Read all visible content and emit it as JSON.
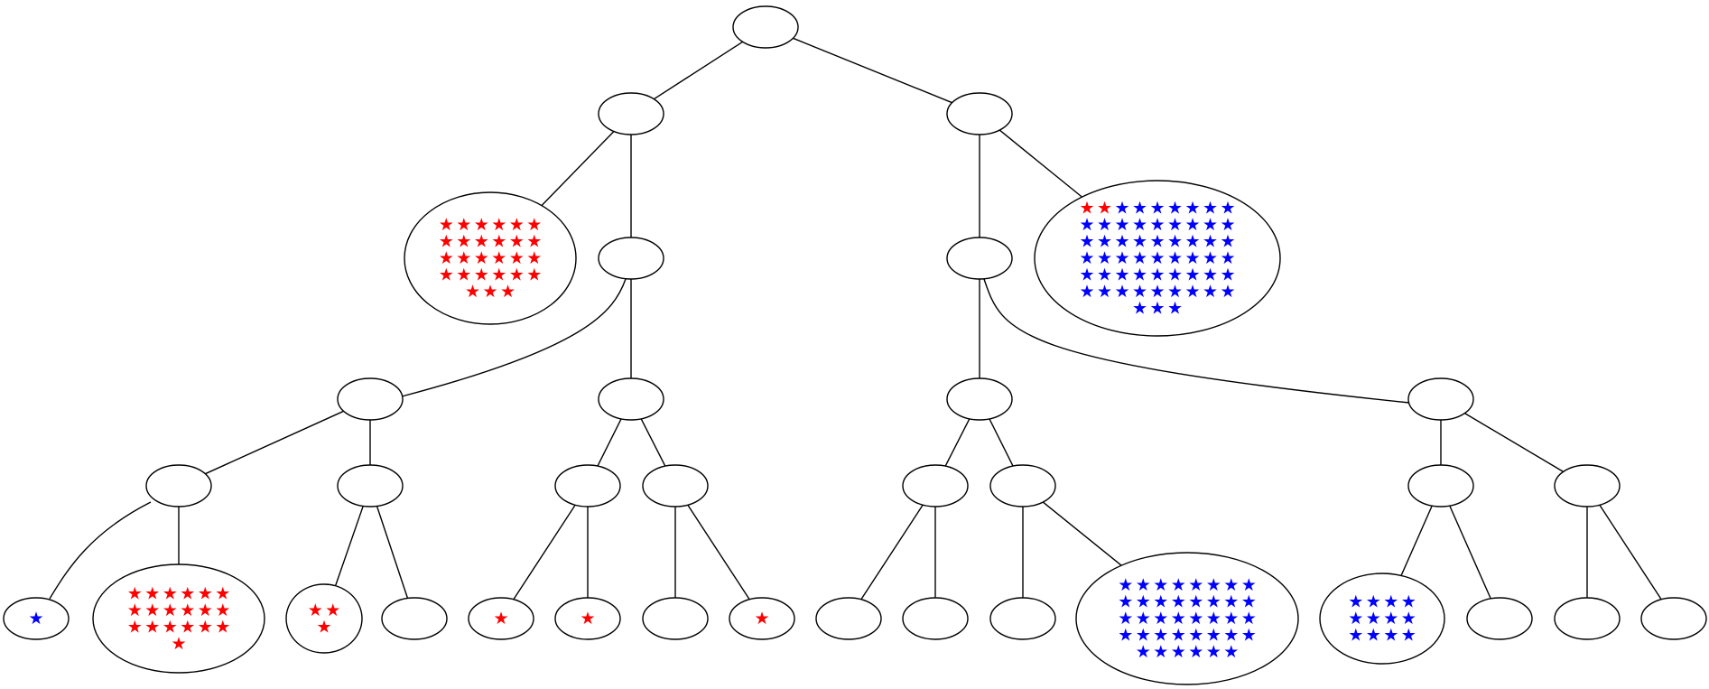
{
  "colors": {
    "red": "#ff0000",
    "blue": "#0000ff",
    "stroke": "#000000"
  },
  "star_glyph": "★",
  "nodes": [
    {
      "id": "root",
      "red": 0,
      "blue": 0
    },
    {
      "id": "L",
      "red": 0,
      "blue": 0
    },
    {
      "id": "R",
      "red": 0,
      "blue": 0
    },
    {
      "id": "LL",
      "red": 27,
      "blue": 0
    },
    {
      "id": "LR",
      "red": 0,
      "blue": 0
    },
    {
      "id": "RL",
      "red": 0,
      "blue": 0
    },
    {
      "id": "RR",
      "red": 2,
      "blue": 55
    },
    {
      "id": "LRL",
      "red": 0,
      "blue": 0
    },
    {
      "id": "LRR",
      "red": 0,
      "blue": 0
    },
    {
      "id": "RLL",
      "red": 0,
      "blue": 0
    },
    {
      "id": "RLR",
      "red": 0,
      "blue": 0
    },
    {
      "id": "LRLL",
      "red": 0,
      "blue": 0
    },
    {
      "id": "LRLR",
      "red": 0,
      "blue": 0
    },
    {
      "id": "LRRL",
      "red": 0,
      "blue": 0
    },
    {
      "id": "LRRR",
      "red": 0,
      "blue": 0
    },
    {
      "id": "RLLL",
      "red": 0,
      "blue": 0
    },
    {
      "id": "RLLR",
      "red": 0,
      "blue": 0
    },
    {
      "id": "RLRL",
      "red": 0,
      "blue": 0
    },
    {
      "id": "RLRR",
      "red": 0,
      "blue": 0
    },
    {
      "id": "LRLLL",
      "red": 0,
      "blue": 1
    },
    {
      "id": "LRLLR",
      "red": 19,
      "blue": 0
    },
    {
      "id": "LRLRL",
      "red": 3,
      "blue": 0
    },
    {
      "id": "LRLRR",
      "red": 0,
      "blue": 0
    },
    {
      "id": "LRRLL",
      "red": 1,
      "blue": 0
    },
    {
      "id": "LRRLR",
      "red": 1,
      "blue": 0
    },
    {
      "id": "LRRRL",
      "red": 0,
      "blue": 0
    },
    {
      "id": "LRRRR",
      "red": 1,
      "blue": 0
    },
    {
      "id": "RLLLL",
      "red": 0,
      "blue": 0
    },
    {
      "id": "RLLLR",
      "red": 0,
      "blue": 0
    },
    {
      "id": "RLLRL",
      "red": 0,
      "blue": 0
    },
    {
      "id": "RLLRR",
      "red": 0,
      "blue": 38
    },
    {
      "id": "RLRLL",
      "red": 0,
      "blue": 12
    },
    {
      "id": "RLRLR",
      "red": 0,
      "blue": 0
    },
    {
      "id": "RLRRL",
      "red": 0,
      "blue": 0
    },
    {
      "id": "RLRRR",
      "red": 0,
      "blue": 0
    }
  ],
  "edges": [
    [
      "root",
      "L"
    ],
    [
      "root",
      "R"
    ],
    [
      "L",
      "LL"
    ],
    [
      "L",
      "LR"
    ],
    [
      "R",
      "RL"
    ],
    [
      "R",
      "RR"
    ],
    [
      "LR",
      "LRL"
    ],
    [
      "LR",
      "LRR"
    ],
    [
      "RL",
      "RLL"
    ],
    [
      "RL",
      "RLR"
    ],
    [
      "LRL",
      "LRLL"
    ],
    [
      "LRL",
      "LRLR"
    ],
    [
      "LRR",
      "LRRL"
    ],
    [
      "LRR",
      "LRRR"
    ],
    [
      "RLL",
      "RLLL"
    ],
    [
      "RLL",
      "RLLR"
    ],
    [
      "RLR",
      "RLRL"
    ],
    [
      "RLR",
      "RLRR"
    ],
    [
      "LRLL",
      "LRLLL"
    ],
    [
      "LRLL",
      "LRLLR"
    ],
    [
      "LRLR",
      "LRLRL"
    ],
    [
      "LRLR",
      "LRLRR"
    ],
    [
      "LRRL",
      "LRRLL"
    ],
    [
      "LRRL",
      "LRRLR"
    ],
    [
      "LRRR",
      "LRRRL"
    ],
    [
      "LRRR",
      "LRRRR"
    ],
    [
      "RLLL",
      "RLLLL"
    ],
    [
      "RLLL",
      "RLLLR"
    ],
    [
      "RLLR",
      "RLLRL"
    ],
    [
      "RLLR",
      "RLLRR"
    ],
    [
      "RLRL",
      "RLRLL"
    ],
    [
      "RLRL",
      "RLRLR"
    ],
    [
      "RLRR",
      "RLRRL"
    ],
    [
      "RLRR",
      "RLRRR"
    ]
  ]
}
